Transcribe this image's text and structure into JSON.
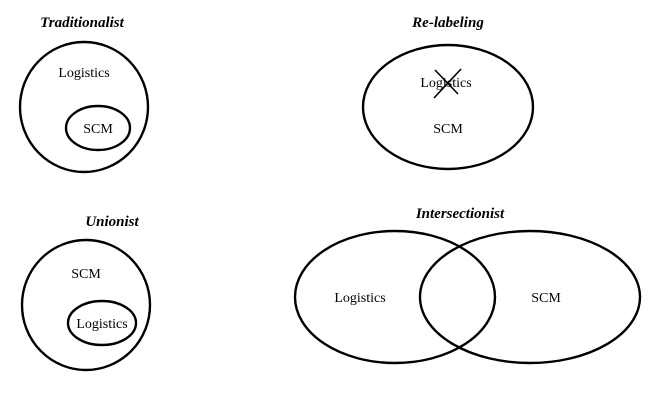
{
  "panels": {
    "traditionalist": {
      "title": "Traditionalist",
      "outer": "Logistics",
      "inner": "SCM"
    },
    "relabeling": {
      "title": "Re-labeling",
      "crossed_out": "Logistics",
      "label": "SCM"
    },
    "unionist": {
      "title": "Unionist",
      "outer": "SCM",
      "inner": "Logistics"
    },
    "intersectionist": {
      "title": "Intersectionist",
      "left": "Logistics",
      "right": "SCM"
    }
  }
}
